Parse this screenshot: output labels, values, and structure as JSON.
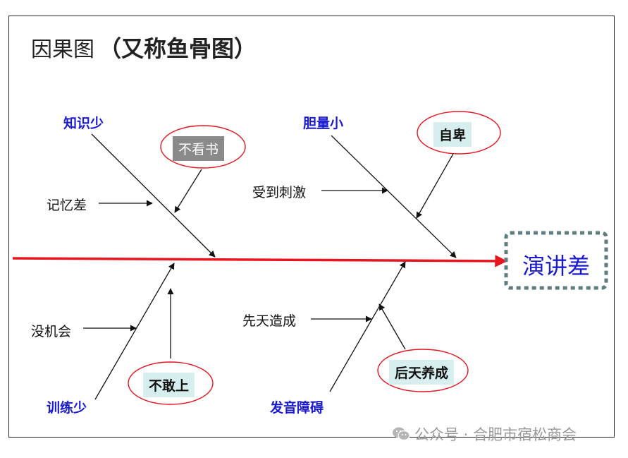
{
  "title": {
    "main": "因果图",
    "sub": "（又称鱼骨图）"
  },
  "effect": "演讲差",
  "top_branches": [
    {
      "category": "知识少",
      "cause": "记忆差",
      "sub_cause": "不看书"
    },
    {
      "category": "胆量小",
      "cause": "受到刺激",
      "sub_cause": "自卑"
    }
  ],
  "bottom_branches": [
    {
      "category": "训练少",
      "cause": "没机会",
      "sub_cause": "不敢上"
    },
    {
      "category": "发音障碍",
      "cause": "先天造成",
      "sub_cause": "后天养成"
    }
  ],
  "watermark": {
    "text": "公众号 · 合肥市宿松商会",
    "icon": "wechat-icon"
  },
  "colors": {
    "spine": "#e8141e",
    "category_text": "#1a1ad0",
    "effect_text": "#1a1ad0",
    "effect_border": "#5e7d7f",
    "ellipse": "#e8141e",
    "gray_tag": "#8a8a8a",
    "teal_tag": "#d6eeee"
  }
}
